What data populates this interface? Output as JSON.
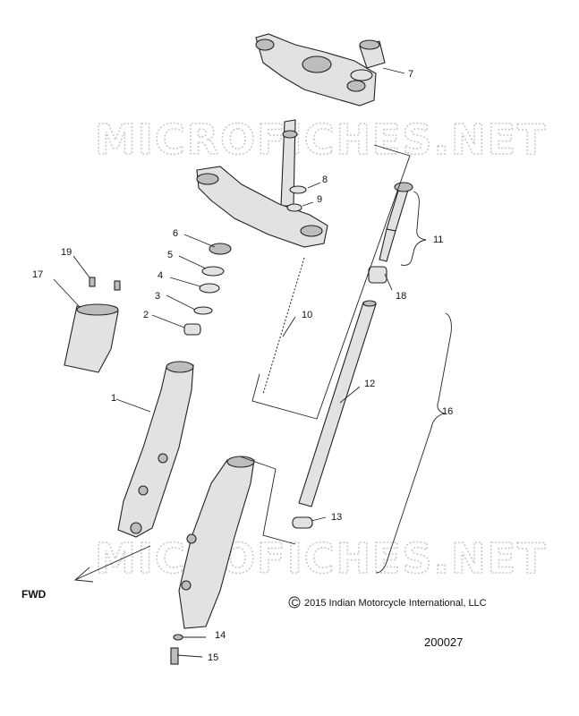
{
  "watermark": "MICROFICHES.NET",
  "copyright": "2015 Indian Motorcycle International, LLC",
  "copyright_symbol": "C",
  "document_number": "200027",
  "direction_label": "FWD",
  "callouts": [
    "1",
    "2",
    "3",
    "4",
    "5",
    "6",
    "7",
    "8",
    "9",
    "10",
    "11",
    "12",
    "13",
    "14",
    "15",
    "16",
    "17",
    "19",
    "18"
  ]
}
